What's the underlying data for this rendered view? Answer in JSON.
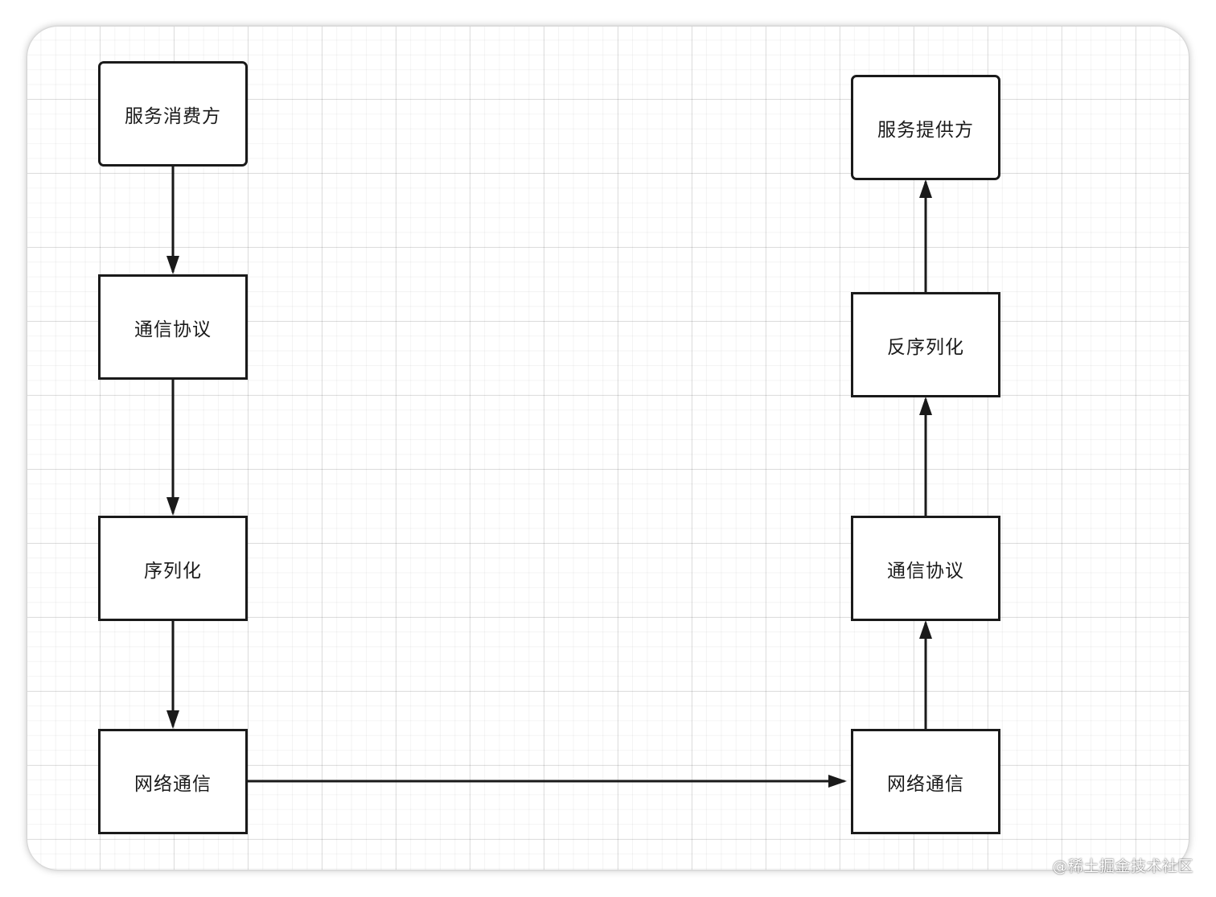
{
  "nodes": {
    "consumer": "服务消费方",
    "protocol_left": "通信协议",
    "serialize": "序列化",
    "network_left": "网络通信",
    "provider": "服务提供方",
    "deserialize": "反序列化",
    "protocol_right": "通信协议",
    "network_right": "网络通信"
  },
  "watermark": "@稀土掘金技术社区",
  "colors": {
    "stroke": "#1a1a1a",
    "grid": "#e5e5e5",
    "background": "#ffffff"
  }
}
